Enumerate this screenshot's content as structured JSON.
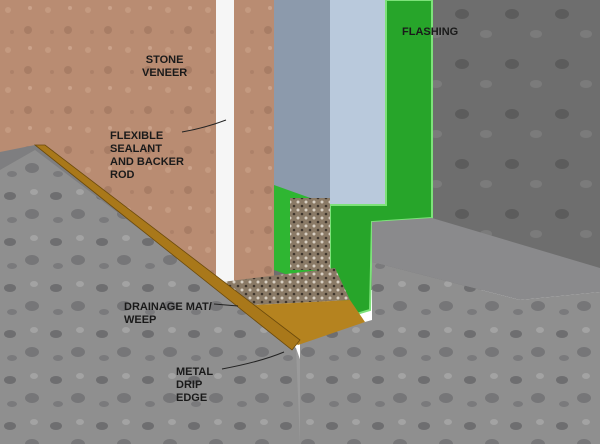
{
  "labels": {
    "stone_veneer": "STONE\nVENEER",
    "sealant": "FLEXIBLE\nSEALANT\nAND BACKER\nROD",
    "flashing": "FLASHING",
    "drainage": "DRAINAGE MAT/\nWEEP",
    "drip_edge": "METAL\nDRIP\nEDGE"
  },
  "colors": {
    "stone": "#b98c72",
    "concrete": "#8a8a8a",
    "flashing": "#27a52a",
    "drip_edge": "#a9781a",
    "board_dark": "#8c9aac",
    "board_light": "#b9c9dc"
  }
}
